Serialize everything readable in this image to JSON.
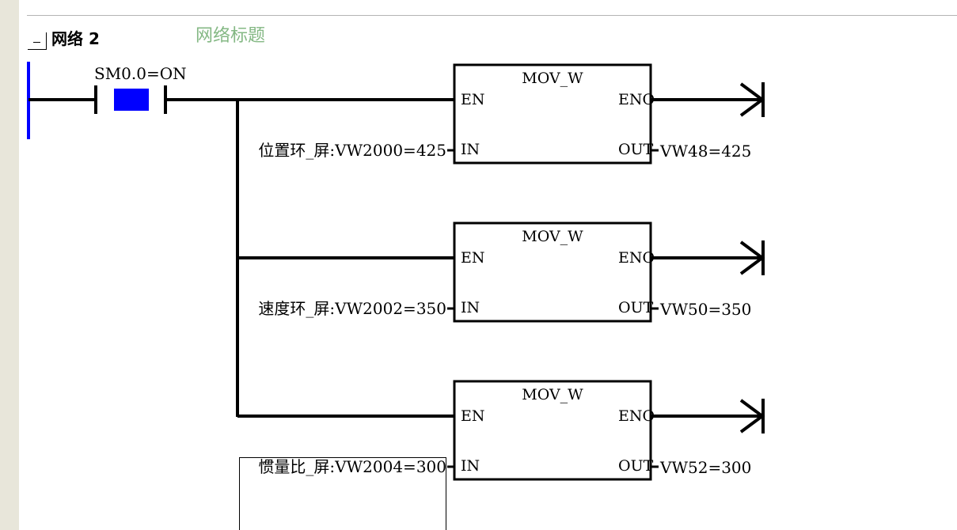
{
  "network": {
    "number_label": "网络 2",
    "title": "网络标题"
  },
  "contact": {
    "label": "SM0.0=ON",
    "state_color": "#0000ff"
  },
  "instructions": [
    {
      "name": "MOV_W",
      "en_label": "EN",
      "eno_label": "ENO",
      "in_label": "IN",
      "out_label": "OUT",
      "in_operand": "位置环_屏:VW2000=425",
      "out_operand": "VW48=425"
    },
    {
      "name": "MOV_W",
      "en_label": "EN",
      "eno_label": "ENO",
      "in_label": "IN",
      "out_label": "OUT",
      "in_operand": "速度环_屏:VW2002=350",
      "out_operand": "VW50=350"
    },
    {
      "name": "MOV_W",
      "en_label": "EN",
      "eno_label": "ENO",
      "in_label": "IN",
      "out_label": "OUT",
      "in_operand": "惯量比_屏:VW2004=300",
      "out_operand": "VW52=300"
    }
  ],
  "colors": {
    "power_rail": "#0000ff",
    "wire": "#000000",
    "network_title": "#84b884"
  }
}
